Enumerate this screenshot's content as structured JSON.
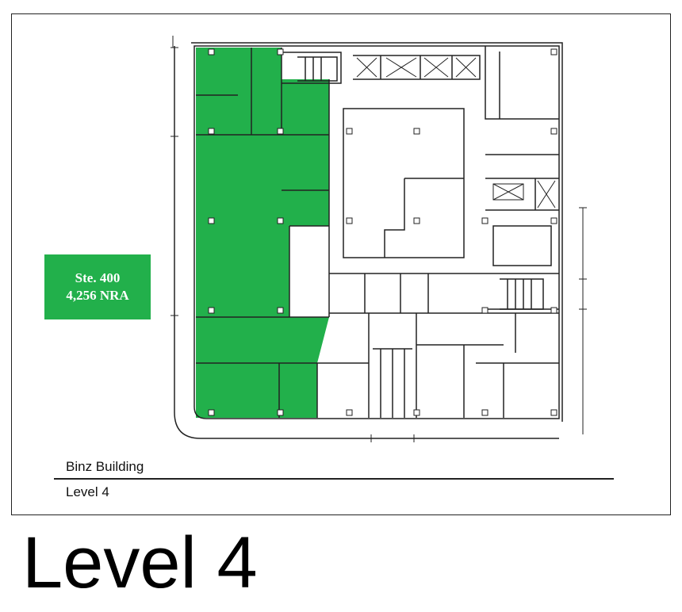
{
  "suite": {
    "name": "Ste. 400",
    "area": "4,256 NRA"
  },
  "title_block": {
    "building": "Binz Building",
    "level": "Level 4"
  },
  "caption": "Level 4",
  "colors": {
    "suite_highlight": "#22b04b",
    "lines": "#222222"
  }
}
